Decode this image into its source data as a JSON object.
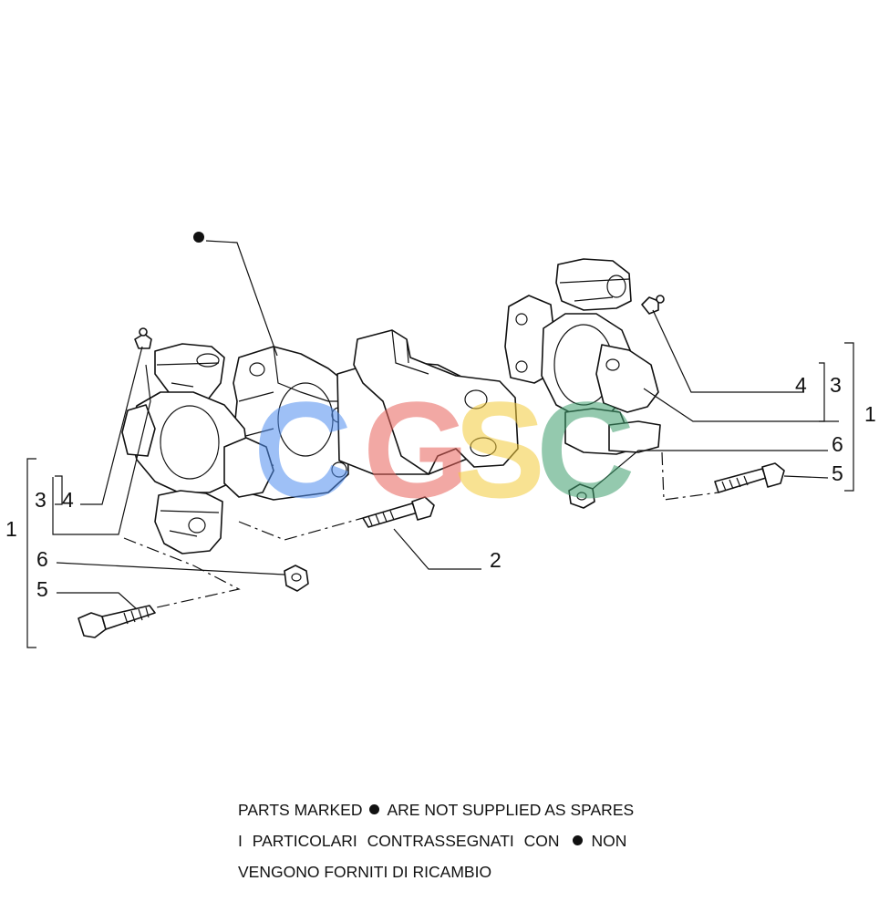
{
  "callouts": {
    "assembly": "1",
    "bolt_center": "2",
    "left": {
      "kit": "3",
      "grease_nipple": "4",
      "bolt": "5",
      "nut": "6",
      "assembly": "1"
    },
    "right": {
      "kit": "3",
      "grease_nipple": "4",
      "bolt": "5",
      "nut": "6",
      "assembly": "1"
    }
  },
  "legend": {
    "marker_icon": "filled-circle",
    "en_before": "PARTS MARKED",
    "en_after": "ARE NOT SUPPLIED AS SPARES",
    "it_before": "I PARTICOLARI CONTRASSEGNATI CON",
    "it_after": "NON",
    "it_line2": "VENGONO FORNITI DI RICAMBIO"
  },
  "watermark": {
    "letters": [
      "C",
      "G",
      "S",
      "C"
    ],
    "colors": [
      "#4f8ef0",
      "#e8625a",
      "#f4cb3a",
      "#3e9e6d"
    ]
  }
}
